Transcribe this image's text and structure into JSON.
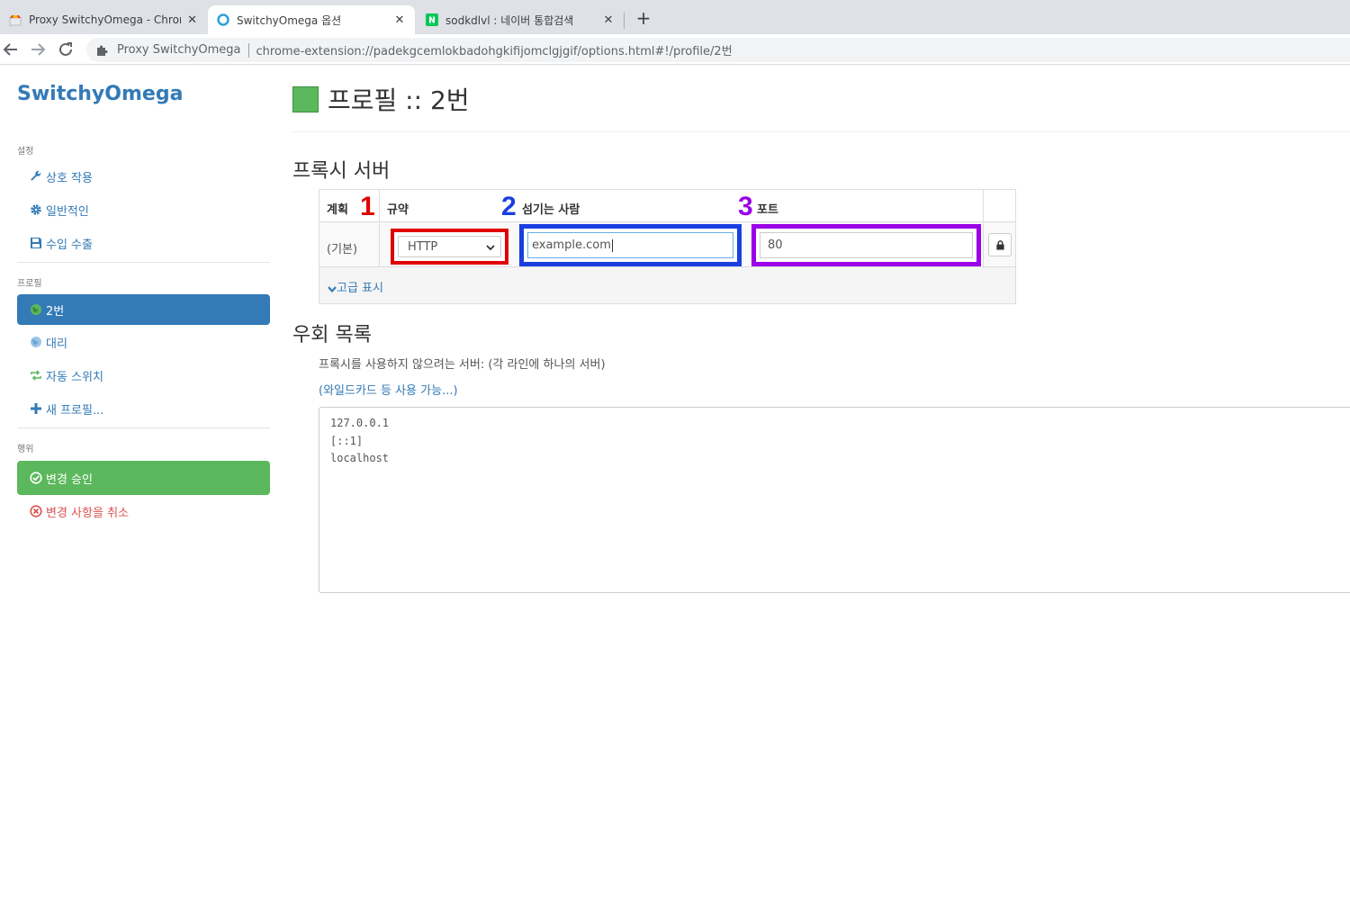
{
  "browser": {
    "tabs": [
      {
        "title": "Proxy SwitchyOmega - Chrome",
        "active": false
      },
      {
        "title": "SwitchyOmega 옵션",
        "active": true
      },
      {
        "title": "sodkdlvl : 네이버 통합검색",
        "active": false
      }
    ],
    "close_glyph": "✕",
    "new_tab_glyph": "+",
    "omnibox": {
      "extension_name": "Proxy SwitchyOmega",
      "url": "chrome-extension://padekgcemlokbadohgkifijomclgjgif/options.html#!/profile/2번"
    }
  },
  "sidebar": {
    "brand": "SwitchyOmega",
    "sections": {
      "settings": "설정",
      "profiles": "프로필",
      "actions": "행위"
    },
    "settings_items": [
      {
        "label": "상호 작용",
        "icon": "wrench-icon"
      },
      {
        "label": "일반적인",
        "icon": "gear-icon"
      },
      {
        "label": "수입 수출",
        "icon": "floppy-icon"
      }
    ],
    "profile_items": [
      {
        "label": "2번",
        "icon": "globe-icon",
        "active": true
      },
      {
        "label": "대리",
        "icon": "globe-icon",
        "active": false
      },
      {
        "label": "자동 스위치",
        "icon": "retweet-icon",
        "active": false
      },
      {
        "label": "새 프로필...",
        "icon": "plus-icon",
        "active": false
      }
    ],
    "action_items": {
      "apply": "변경 승인",
      "discard": "변경 사항을 취소"
    }
  },
  "main": {
    "title": "프로필 :: 2번",
    "profile_color": "#5cb85c",
    "proxy_section_title": "프록시 서버",
    "table": {
      "headers": {
        "scheme": "계획",
        "protocol": "규약",
        "server": "섬기는 사람",
        "port": "포트"
      },
      "row": {
        "scheme": "(기본)",
        "protocol": "HTTP",
        "server": "example.com",
        "port": "80"
      },
      "advanced_toggle": "고급 표시"
    },
    "annotations": {
      "n1": "1",
      "n2": "2",
      "n3": "3",
      "colors": {
        "n1": "#e00000",
        "n2": "#1a3fe0",
        "n3": "#9b00e8"
      }
    },
    "bypass": {
      "title": "우회 목록",
      "help": "프록시를 사용하지 않으려는 서버: (각 라인에 하나의 서버)",
      "help_link": "(와일드카드 등 사용 가능...)",
      "entries": "127.0.0.1\n[::1]\nlocalhost"
    }
  }
}
